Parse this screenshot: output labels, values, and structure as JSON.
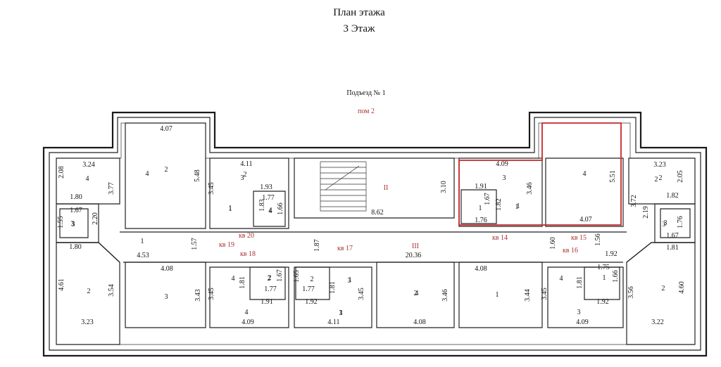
{
  "header": {
    "title": "План этажа",
    "subtitle": "3 Этаж"
  },
  "entrance": "Подъезд № 1",
  "premise": "пом 2",
  "sections": [
    "II",
    "III"
  ],
  "apartments": [
    "кв 20",
    "кв 19",
    "кв 18",
    "кв 17",
    "кв 14",
    "кв 15",
    "кв 16"
  ],
  "rooms": [
    "4",
    "2",
    "3",
    "1",
    "4",
    "3",
    "1",
    "2",
    "2",
    "1",
    "3",
    "1",
    "4",
    "2",
    "3",
    "3",
    "4",
    "2",
    "4",
    "1",
    "2",
    "3",
    "4",
    "1",
    "3",
    "4",
    "1",
    "2",
    "4",
    "1",
    "2",
    "1",
    "2",
    "3",
    "4",
    "3",
    "3",
    "1",
    "2"
  ],
  "dims": [
    "4.07",
    "3.24",
    "2.08",
    "3.77",
    "5.48",
    "4.11",
    "3.45",
    "1.93",
    "1.77",
    "1.83",
    "1.66",
    "1.80",
    "1.67",
    "2.20",
    "1.55",
    "4.09",
    "3.46",
    "3.10",
    "1.91",
    "1.67",
    "1.82",
    "1.76",
    "8.62",
    "5.51",
    "4.07",
    "3.23",
    "2.05",
    "3.72",
    "1.82",
    "2.19",
    "1.76",
    "1.67",
    "1.80",
    "4.53",
    "1.57",
    "1.87",
    "20.36",
    "1.60",
    "1.56",
    "1.92",
    "1.81",
    "4.08",
    "4.61",
    "3.54",
    "3.23",
    "3.43",
    "3.45",
    "1.81",
    "1.67",
    "1.77",
    "1.91",
    "4.09",
    "1.65",
    "1.81",
    "1.77",
    "1.92",
    "3.45",
    "4.11",
    "3.46",
    "4.08",
    "4.08",
    "3.44",
    "3.45",
    "1.81",
    "1.75",
    "1.66",
    "1.92",
    "4.09",
    "3.56",
    "4.60",
    "3.22"
  ],
  "colors": {
    "highlight": "#c62828",
    "label_red": "#a8322e"
  }
}
